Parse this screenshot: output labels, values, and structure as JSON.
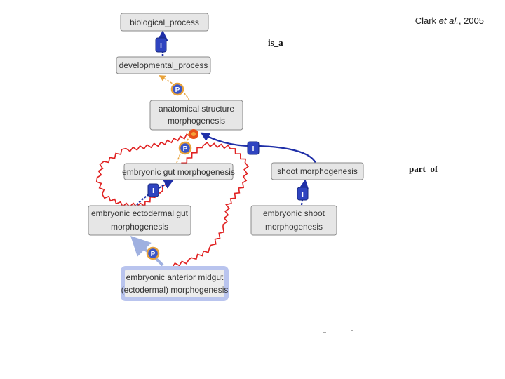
{
  "citation": {
    "author": "Clark",
    "etal": "et al.",
    "year": ", 2005"
  },
  "legend": {
    "is_a": "is_a",
    "part_of": "part_of"
  },
  "badges": {
    "is_a": "I",
    "part_of": "P"
  },
  "nodes": {
    "biological_process": [
      "biological_process"
    ],
    "developmental_process": [
      "developmental_process"
    ],
    "anatomical_structure_morphogenesis": [
      "anatomical structure",
      "morphogenesis"
    ],
    "embryonic_gut_morphogenesis": [
      "embryonic gut morphogenesis"
    ],
    "shoot_morphogenesis": [
      "shoot morphogenesis"
    ],
    "embryonic_ectodermal_gut_morphogenesis": [
      "embryonic ectodermal gut",
      "morphogenesis"
    ],
    "embryonic_shoot_morphogenesis": [
      "embryonic shoot",
      "morphogenesis"
    ],
    "embryonic_anterior_midgut_morphogenesis": [
      "embryonic anterior midgut",
      "(ectodermal) morphogenesis"
    ]
  },
  "colors": {
    "is_a_edge": "#1f2fa8",
    "part_of_edge": "#e8a23a",
    "part_of_badge": "#3a55c8",
    "highlight_edge": "#e02020",
    "selected_border": "#b9c4ee"
  }
}
